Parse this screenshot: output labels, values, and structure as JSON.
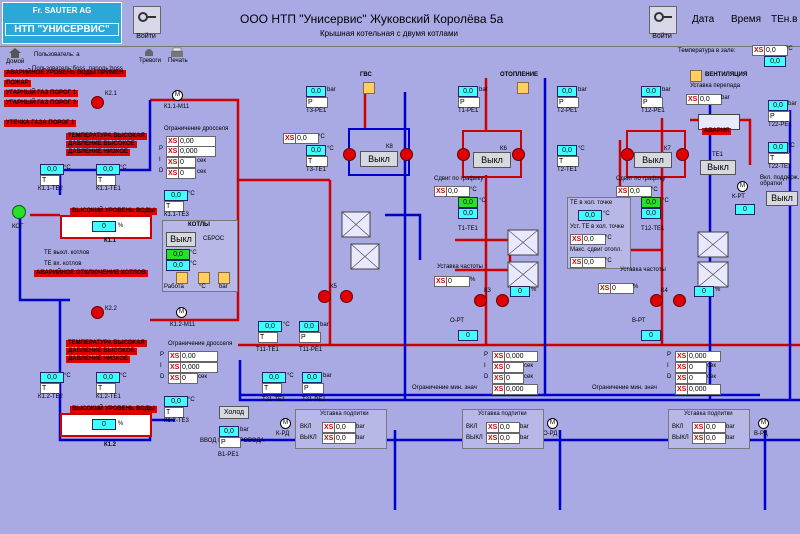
{
  "header": {
    "logo_line1": "Fr. SAUTER AG",
    "logo_line2": "НТП \"УНИСЕРВИС\"",
    "login_left": "Войти",
    "title": "ООО НТП \"Унисервис\" Жуковский Королёва 5а",
    "subtitle": "Крышная котельная с двумя котлами",
    "login_right": "Войти",
    "menu_date": "Дата",
    "menu_time": "Время",
    "menu_units": "ТЕн.в"
  },
  "toolbar": {
    "home": "Домой",
    "user_label": "Пользователь: а",
    "alarm": "Тревоги",
    "print": "Печать",
    "user_note": "Пользователь:боss. пароль:boss",
    "hall_temp": "Температура в зале:"
  },
  "alarms_left": [
    "АВАРИЙНОЕ УРОВЕНЬ ВОДЫ ПРИМЕН",
    "ПОЖАР",
    "УГАРНЫЙ ГАЗ ПОРОГ 1",
    "УГАРНЫЙ ГАЗ ПОРОГ 2",
    "УТЕЧКА ГАЗА ПОРОГ 1"
  ],
  "boiler1": {
    "alarms": [
      "ТЕМПЕРАТУРА ВЫСОКАЯ",
      "ДАВЛЕНИЕ ВЫСОКОЕ",
      "ДАВЛЕНИЕ НИЗКОЕ"
    ],
    "level_alarm": "ВЫСОКИЙ УРОВЕНЬ ВОДЫ",
    "name": "К1.1",
    "pump": "К2.1",
    "motor": "К1.1-М11",
    "limit_label": "Ограничение дросселя",
    "xs_label": "XS",
    "p_val": "0,00",
    "i_val": "0,000",
    "i_unit": "сек",
    "d_val": "0",
    "d_unit": "сек",
    "t1_val": "0,0",
    "t1_unit": "°C",
    "t1_tag": "К1.1-ТЕ2",
    "t2_val": "0,0",
    "t2_unit": "°C",
    "t2_tag": "К1.1-ТЕ1",
    "t3_val": "0,0",
    "t3_tag": "К1.1-ТЕ3",
    "power": "0",
    "power_unit": "%"
  },
  "boiler2": {
    "alarms": [
      "ТЕМПЕРАТУРА ВЫСОКАЯ",
      "ДАВЛЕНИЕ ВЫСОКОЕ",
      "ДАВЛЕНИЕ НИЗКОЕ"
    ],
    "level_alarm": "ВЫСОКИЙ УРОВЕНЬ ВОДЫ",
    "name": "К1.2",
    "pump": "К2.2",
    "motor": "К1.2-М11",
    "limit_label": "Ограничение дросселя",
    "p_val": "0,00",
    "i_val": "0,000",
    "d_val": "0",
    "t1_val": "0,0",
    "t1_tag": "К1.2-ТЕ2",
    "t2_val": "0,0",
    "t2_tag": "К1.2-ТЕ1",
    "t3_val": "0,0",
    "t3_tag": "К1.2-ТЕ3",
    "power": "0",
    "power_unit": "%"
  },
  "kotly": {
    "title": "КОТЛЫ",
    "off_btn": "Выкл",
    "reset": "СБРОС",
    "te_out_label": "ТЕ выхл. котлов",
    "te_in_label": "ТЕ вх. котлов",
    "te_out": "0,0",
    "te_in": "0,0",
    "unit": "°C",
    "emergency": "АВАРИЙНОЕ ОТКЛЮЧЕНИЕ КОТЛОВ",
    "work": "Работа",
    "c": "°C",
    "bar": "bar"
  },
  "gas": {
    "tag": "КОГ"
  },
  "gvs": {
    "title": "ГВС",
    "p_val": "0,0",
    "p_unit": "bar",
    "p_tag": "Т3-РЕ1",
    "t_val": "0,0",
    "t_unit": "°C",
    "t_tag": "Т3-ТЕ1",
    "xs": "0,0",
    "heater": "К8",
    "off_btn": "Выкл",
    "pump": "К5"
  },
  "heating": {
    "title": "ОТОПЛЕНИЕ",
    "p1": "0,0",
    "p1_tag": "Т1-РЕ1",
    "p2": "0,0",
    "p2_tag": "Т2-РЕ1",
    "t1_tag": "Т1-ТЕ1",
    "t2": "0,0",
    "t2_tag": "Т2-ТЕ1",
    "heater": "К6",
    "off_btn": "Выкл",
    "schedule": "Сдвиг по графику",
    "xs": "0,0",
    "te_cold": "ТЕ в хол. точке",
    "te_cold_val": "0,0",
    "set_te": "Уст. ТЕ в хол. точке",
    "set_te_val": "0,0",
    "max_shift": "Макс. сдвиг отопл.",
    "max_shift_val": "0,0",
    "freq": "Уставка частоты",
    "freq_val": "0",
    "pump": "К3",
    "pump2": "2",
    "mot": "О-РТ",
    "valve_pos": "0"
  },
  "vent": {
    "title": "ВЕНТИЛЯЦИЯ",
    "set": "Уставка перепада",
    "p1": "0,0",
    "p1_tag": "Т12-РЕ1",
    "p2": "0,0",
    "p2_tag": "Т22-РЕ1",
    "t2_tag": "Т22-ТЕ1",
    "alarm": "АВАРИЯ",
    "heater": "К7",
    "off_btn": "Выкл",
    "te_tag": "ТЕ1",
    "te_btn": "Выкл",
    "schedule": "Сдвиг по графику",
    "xs": "0,0",
    "t12_tag": "Т12-ТЕ1",
    "freq": "Уставка частоты",
    "freq_val": "0",
    "pump": "К4",
    "mot": "В-РТ",
    "valve_pos": "0",
    "cold_return": "Вкл. поддерж. обратки",
    "kpt": "К-РТ",
    "right_btn": "Выкл"
  },
  "mid": {
    "t11": "0,0",
    "t11_tag": "Т11-ТЕ1",
    "p11": "0,0",
    "p11_tag": "Т11-РЕ1",
    "t21": "0,0",
    "t21_tag": "Т21-ТЕ1",
    "p21": "0,0",
    "p21_tag": "Т21-РЕ1",
    "cold": "Холод",
    "inlet": "ВВОД ВОДОПРОВОДА",
    "b1": "В1-РЕ1",
    "krd": "К-РД",
    "ord": "О-РД",
    "vrd": "В-РД"
  },
  "makeup": {
    "title": "Уставка подпитки",
    "on": "ВКЛ",
    "off": "ВЫКЛ",
    "val": "0,0",
    "unit": "bar"
  },
  "pid": {
    "p": "0,000",
    "i": "0",
    "d": "0",
    "unit": "сек",
    "min_limit": "Ограничение мин. знач",
    "min_val": "0,000"
  },
  "colors": {
    "bg": "#a9a9e3",
    "hot": "#cc0000",
    "cold": "#0000cc",
    "cyan": "#40ffff",
    "green": "#28e028"
  }
}
